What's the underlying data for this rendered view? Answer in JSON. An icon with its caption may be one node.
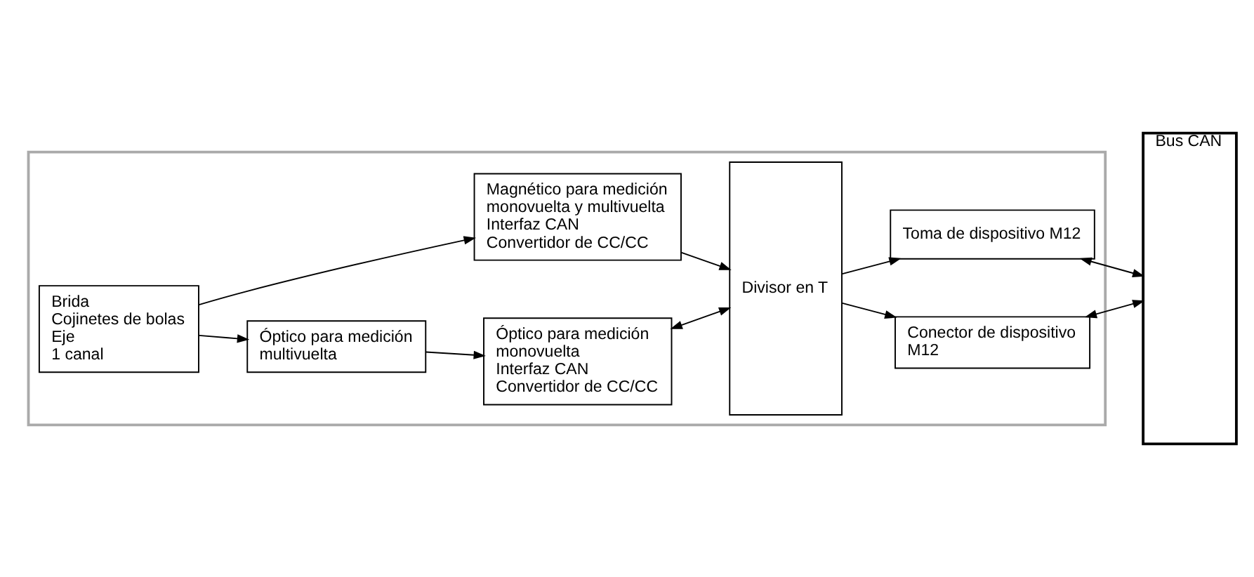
{
  "diagram": {
    "nodes": [
      {
        "text": [],
        "shape": "box"
      },
      {
        "text": [
          "Brida",
          "Cojinetes de bolas",
          "Eje",
          "1 canal"
        ],
        "in": 0
      },
      {
        "text": [
          "Óptico para medición multivuelta"
        ],
        "in": 0
      },
      {
        "text": [
          "Óptico para medición monovuelta",
          "Interfaz CAN",
          "Convertidor de CC/CC"
        ],
        "in": 0
      },
      {
        "text": [
          "Magnético para medición monovuelta y multivuelta",
          "Interfaz CAN",
          "Convertidor de CC/CC"
        ],
        "in": 0
      },
      {
        "text": [
          "Divisor en T"
        ],
        "in": 0
      },
      {
        "text": [
          "Conector de dispositivo M12"
        ],
        "in": 0
      },
      {
        "text": [
          "Toma de dispositivo M12"
        ],
        "in": 0
      },
      {
        "text": [
          "Bus CAN"
        ]
      }
    ],
    "edges": [
      {
        "from": 1,
        "to": 2,
        "arrow": "to"
      },
      {
        "from": 1,
        "to": 4,
        "arrow": "to"
      },
      {
        "from": 2,
        "to": 3,
        "arrow": "to"
      },
      {
        "from": 3,
        "to": 5,
        "arrow": "both"
      },
      {
        "from": 4,
        "to": 5,
        "arrow": "to"
      },
      {
        "from": 5,
        "to": 6,
        "arrow": "to"
      },
      {
        "from": 5,
        "to": 7,
        "arrow": "to"
      },
      {
        "from": 6,
        "to": 8,
        "arrow": "both"
      },
      {
        "from": 7,
        "to": 8,
        "arrow": "both"
      }
    ]
  }
}
